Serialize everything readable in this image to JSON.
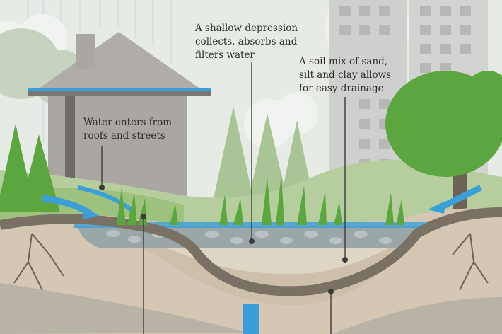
{
  "labels": {
    "roofs": "Water enters from\nroofs and streets",
    "depression": "A shallow depression\ncollects, absorbs and\nfilters water",
    "soil": "A soil mix of sand,\nsilt and clay allows\nfor easy drainage"
  },
  "colors": {
    "sky": "#e6ebe5",
    "building": "#c9c9c7",
    "house": "#a9a6a2",
    "water": "#3a9fd9",
    "tree_green": "#5ba63f",
    "grass_green": "#7ab648",
    "soil": "#d6c6b4",
    "gravel": "#9aa7a6"
  }
}
